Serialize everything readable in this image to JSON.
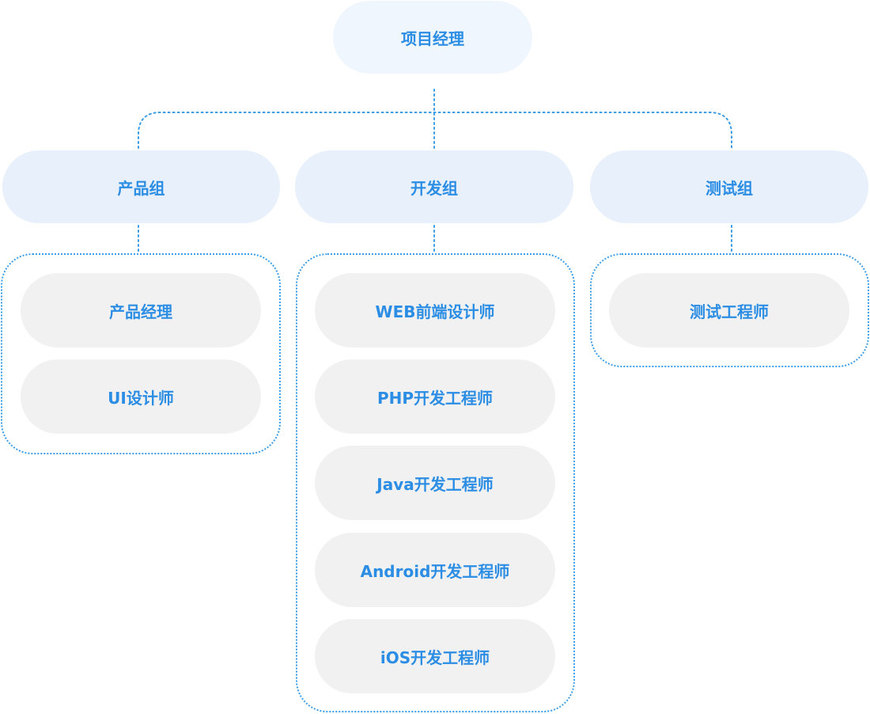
{
  "root": {
    "label": "项目经理"
  },
  "groups": [
    {
      "label": "产品组",
      "roles": [
        "产品经理",
        "UI设计师"
      ]
    },
    {
      "label": "开发组",
      "roles": [
        "WEB前端设计师",
        "PHP开发工程师",
        "Java开发工程师",
        "Android开发工程师",
        "iOS开发工程师"
      ]
    },
    {
      "label": "测试组",
      "roles": [
        "测试工程师"
      ]
    }
  ],
  "colors": {
    "accent_text": "#2b8de3",
    "connector": "#3b9de6",
    "root_fill": "#f0f6fd",
    "group_fill": "#e7f0fb",
    "role_fill": "#f1f1f1"
  }
}
